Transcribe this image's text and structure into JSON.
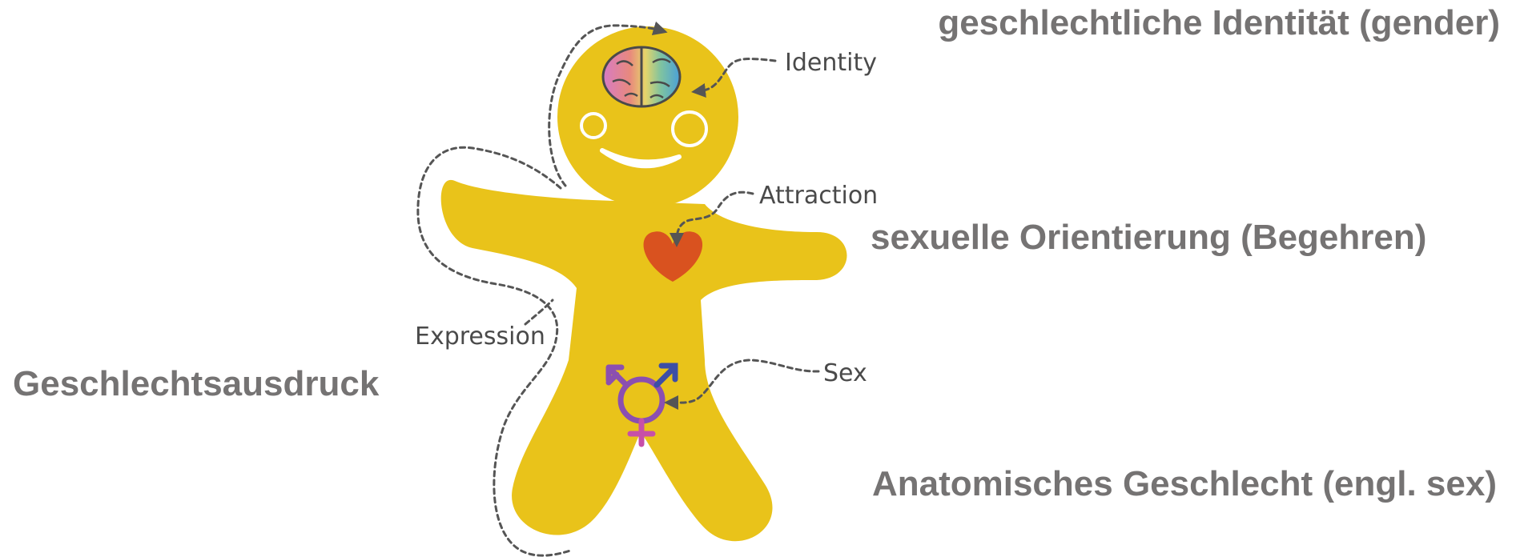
{
  "labels": {
    "gender": "geschlechtliche Identität (gender)",
    "orientation": "sexuelle Orientierung (Begehren)",
    "expression": "Geschlechtsausdruck",
    "anatomical": "Anatomisches Geschlecht (engl. sex)"
  },
  "figure": {
    "identity": "Identity",
    "attraction": "Attraction",
    "expression": "Expression",
    "sex": "Sex"
  },
  "colors": {
    "body": "#e9c31a",
    "heart": "#d9521f",
    "label_text": "#757373",
    "symbol_purple": "#8b4fb0",
    "symbol_blue": "#3d4ea6",
    "symbol_pink": "#c74fa8"
  }
}
